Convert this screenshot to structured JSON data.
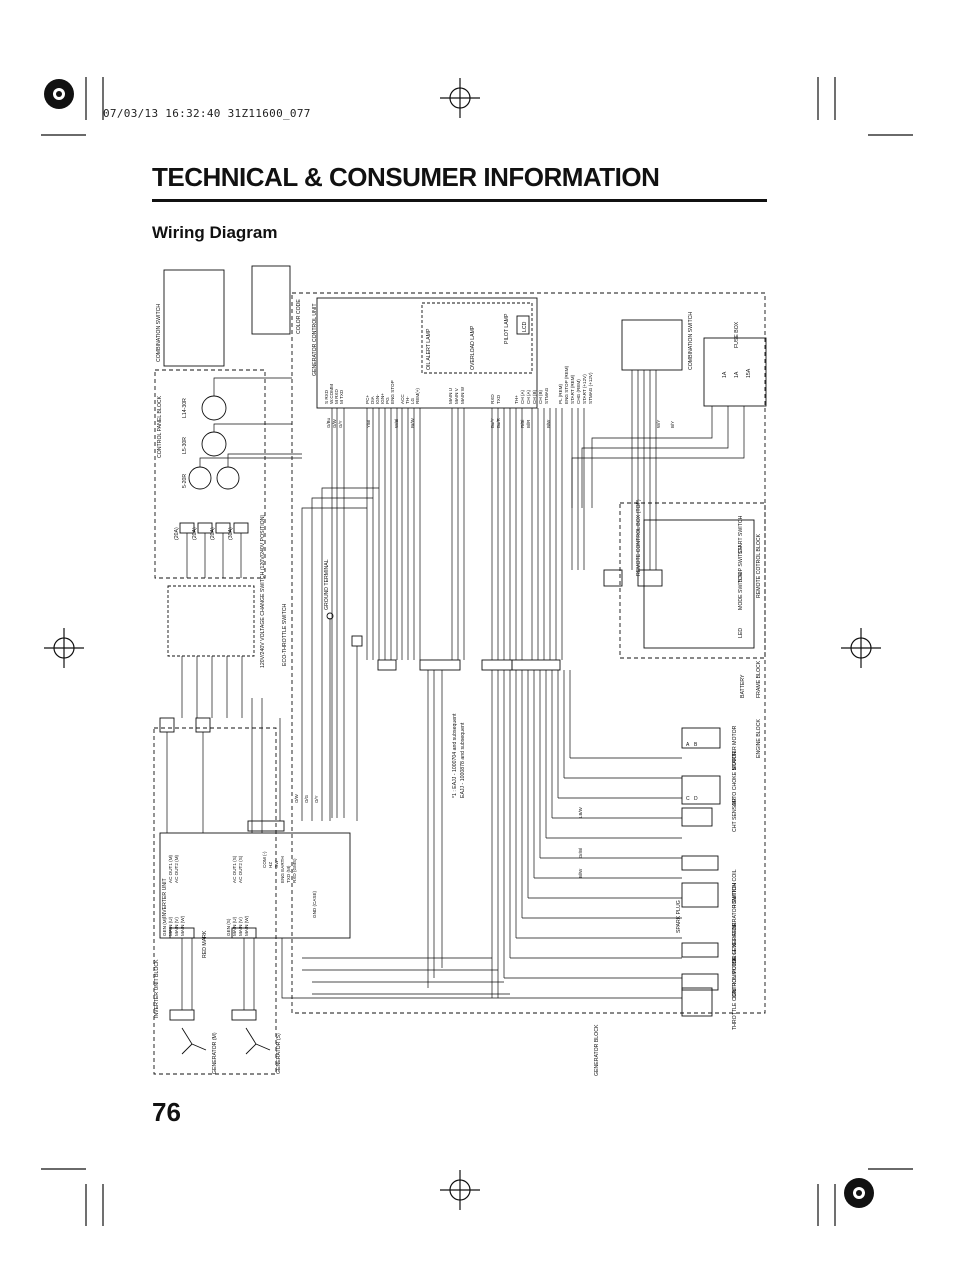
{
  "header": {
    "print_stamp": "07/03/13 16:32:40 31Z11600_077",
    "title": "TECHNICAL & CONSUMER INFORMATION"
  },
  "section": {
    "subtitle": "Wiring Diagram"
  },
  "footer": {
    "page_number": "76"
  },
  "diagram": {
    "blocks": {
      "generator_control_unit": "GENERATOR CONTROL UNIT",
      "control_panel_block": "CONTROL PANEL BLOCK",
      "inverter_unit_block": "INVERTER UNIT BLOCK",
      "inverter_unit": "INVERTER UNIT",
      "generator_block": "GENERATOR BLOCK",
      "engine_block": "ENGINE BLOCK",
      "frame_block": "FRAME BLOCK",
      "remote_control_block": "REMOTE COTROL BLOCK",
      "remote_control_box": "REMOTE CONTROL BOX (TOP)",
      "fuse_box": "FUSE BOX",
      "combination_switch": "COMBINATION SWITCH",
      "combination_switch_table": "COMBINATION SWITCH",
      "color_code": "COLOR CODE"
    },
    "components": {
      "battery": "BATTERY",
      "starter_motor": "STARTER MOTOR",
      "choke_motor": "AUTO CHOKE MOTOR",
      "cht_sensor": "CHT SENSOR",
      "ignition_coil": "IGNITION COIL",
      "spark_plug": "SPARK PLUG",
      "oil_level_switch": "OIL LEVEL GENERATOR SWITCH",
      "ignition_pulse_generator": "IGNITION PULSE GENERATOR",
      "throttle_control_motor": "THROTTLE CONTROL MOTOR",
      "eco_throttle_switch": "ECO-THROTTLE SWITCH",
      "ground_terminal": "GROUND TERMINAL",
      "voltage_change_switch": "120V/240V VOLTAGE CHANGE SWITCH (120V/240V POSITION)",
      "generator_m": "GENERATOR (M)",
      "generator_s": "GENERATOR (S)",
      "red_mark": "RED MARK",
      "start_switch": "START SWITCH",
      "stop_switch": "STOP SWITCH",
      "mode_switch": "MODE SWITCH",
      "led": "LED",
      "oil_alert_lamp": "OIL ALERT LAMP",
      "overload_lamp": "OVERLOAD LAMP",
      "pilot_lamp": "PILOT LAMP",
      "lcd": "LCD"
    },
    "receptacles": {
      "r1": "5-20R",
      "r2": "L5-30R",
      "r3": "L14-30R"
    },
    "breakers": [
      "(20A)",
      "(20A)",
      "(20A)",
      "(30A)"
    ],
    "fuses": [
      "1A",
      "1A",
      "15A"
    ],
    "gcu_pins": [
      "S RXD",
      "W.COMM",
      "M RXD",
      "M TXD",
      "PC+",
      "DIA",
      "IGN-",
      "IGN+",
      "PG",
      "ENG STOP",
      "ACC",
      "TH-",
      "LG",
      "REM(+)",
      "MAIN U",
      "MAIN V",
      "MAIN W",
      "RXD",
      "TXD",
      "TH+",
      "CH (A)",
      "CH (A)",
      "CH (B)",
      "CH (B)",
      "STMAG",
      "PL (REM)",
      "ENG STOP (REM)",
      "START (REM)",
      "CHG (REM)",
      "START (+12V)",
      "STMAG (+12V)"
    ],
    "inverter_pins": [
      "GEN (M)",
      "MAIN (U)",
      "MAIN (V)",
      "MAIN (W)",
      "GEN (S)",
      "MAIN (U)",
      "MAIN (V)",
      "MAIN (W)",
      "AC OUT1 (M)",
      "AC OUT2 (M)",
      "AC OUT1 (S)",
      "AC OUT2 (S)",
      "COM (-)",
      "HZ",
      "SW",
      "ENG EARTH",
      "TXD (M)",
      "RXD (GMS)",
      "GND (CASE)"
    ],
    "notes": [
      "*1 : EAJJ - 1000704 and subsequent",
      "EAJJ - 1000878 and subsequent"
    ],
    "connector_labels": [
      "A",
      "B",
      "C",
      "D"
    ],
    "wire_color_samples": [
      "G/Bu",
      "G/W",
      "G/Y",
      "Y/Bl",
      "W/Bl",
      "Bu/Y",
      "Bu/R",
      "Br/W",
      "B/W",
      "R/Bl",
      "Bl/R",
      "B/Y",
      "W/Y",
      "O/W",
      "O/G",
      "O/Y",
      "Gr/Bl",
      "LB/W",
      "Bl/W"
    ]
  }
}
